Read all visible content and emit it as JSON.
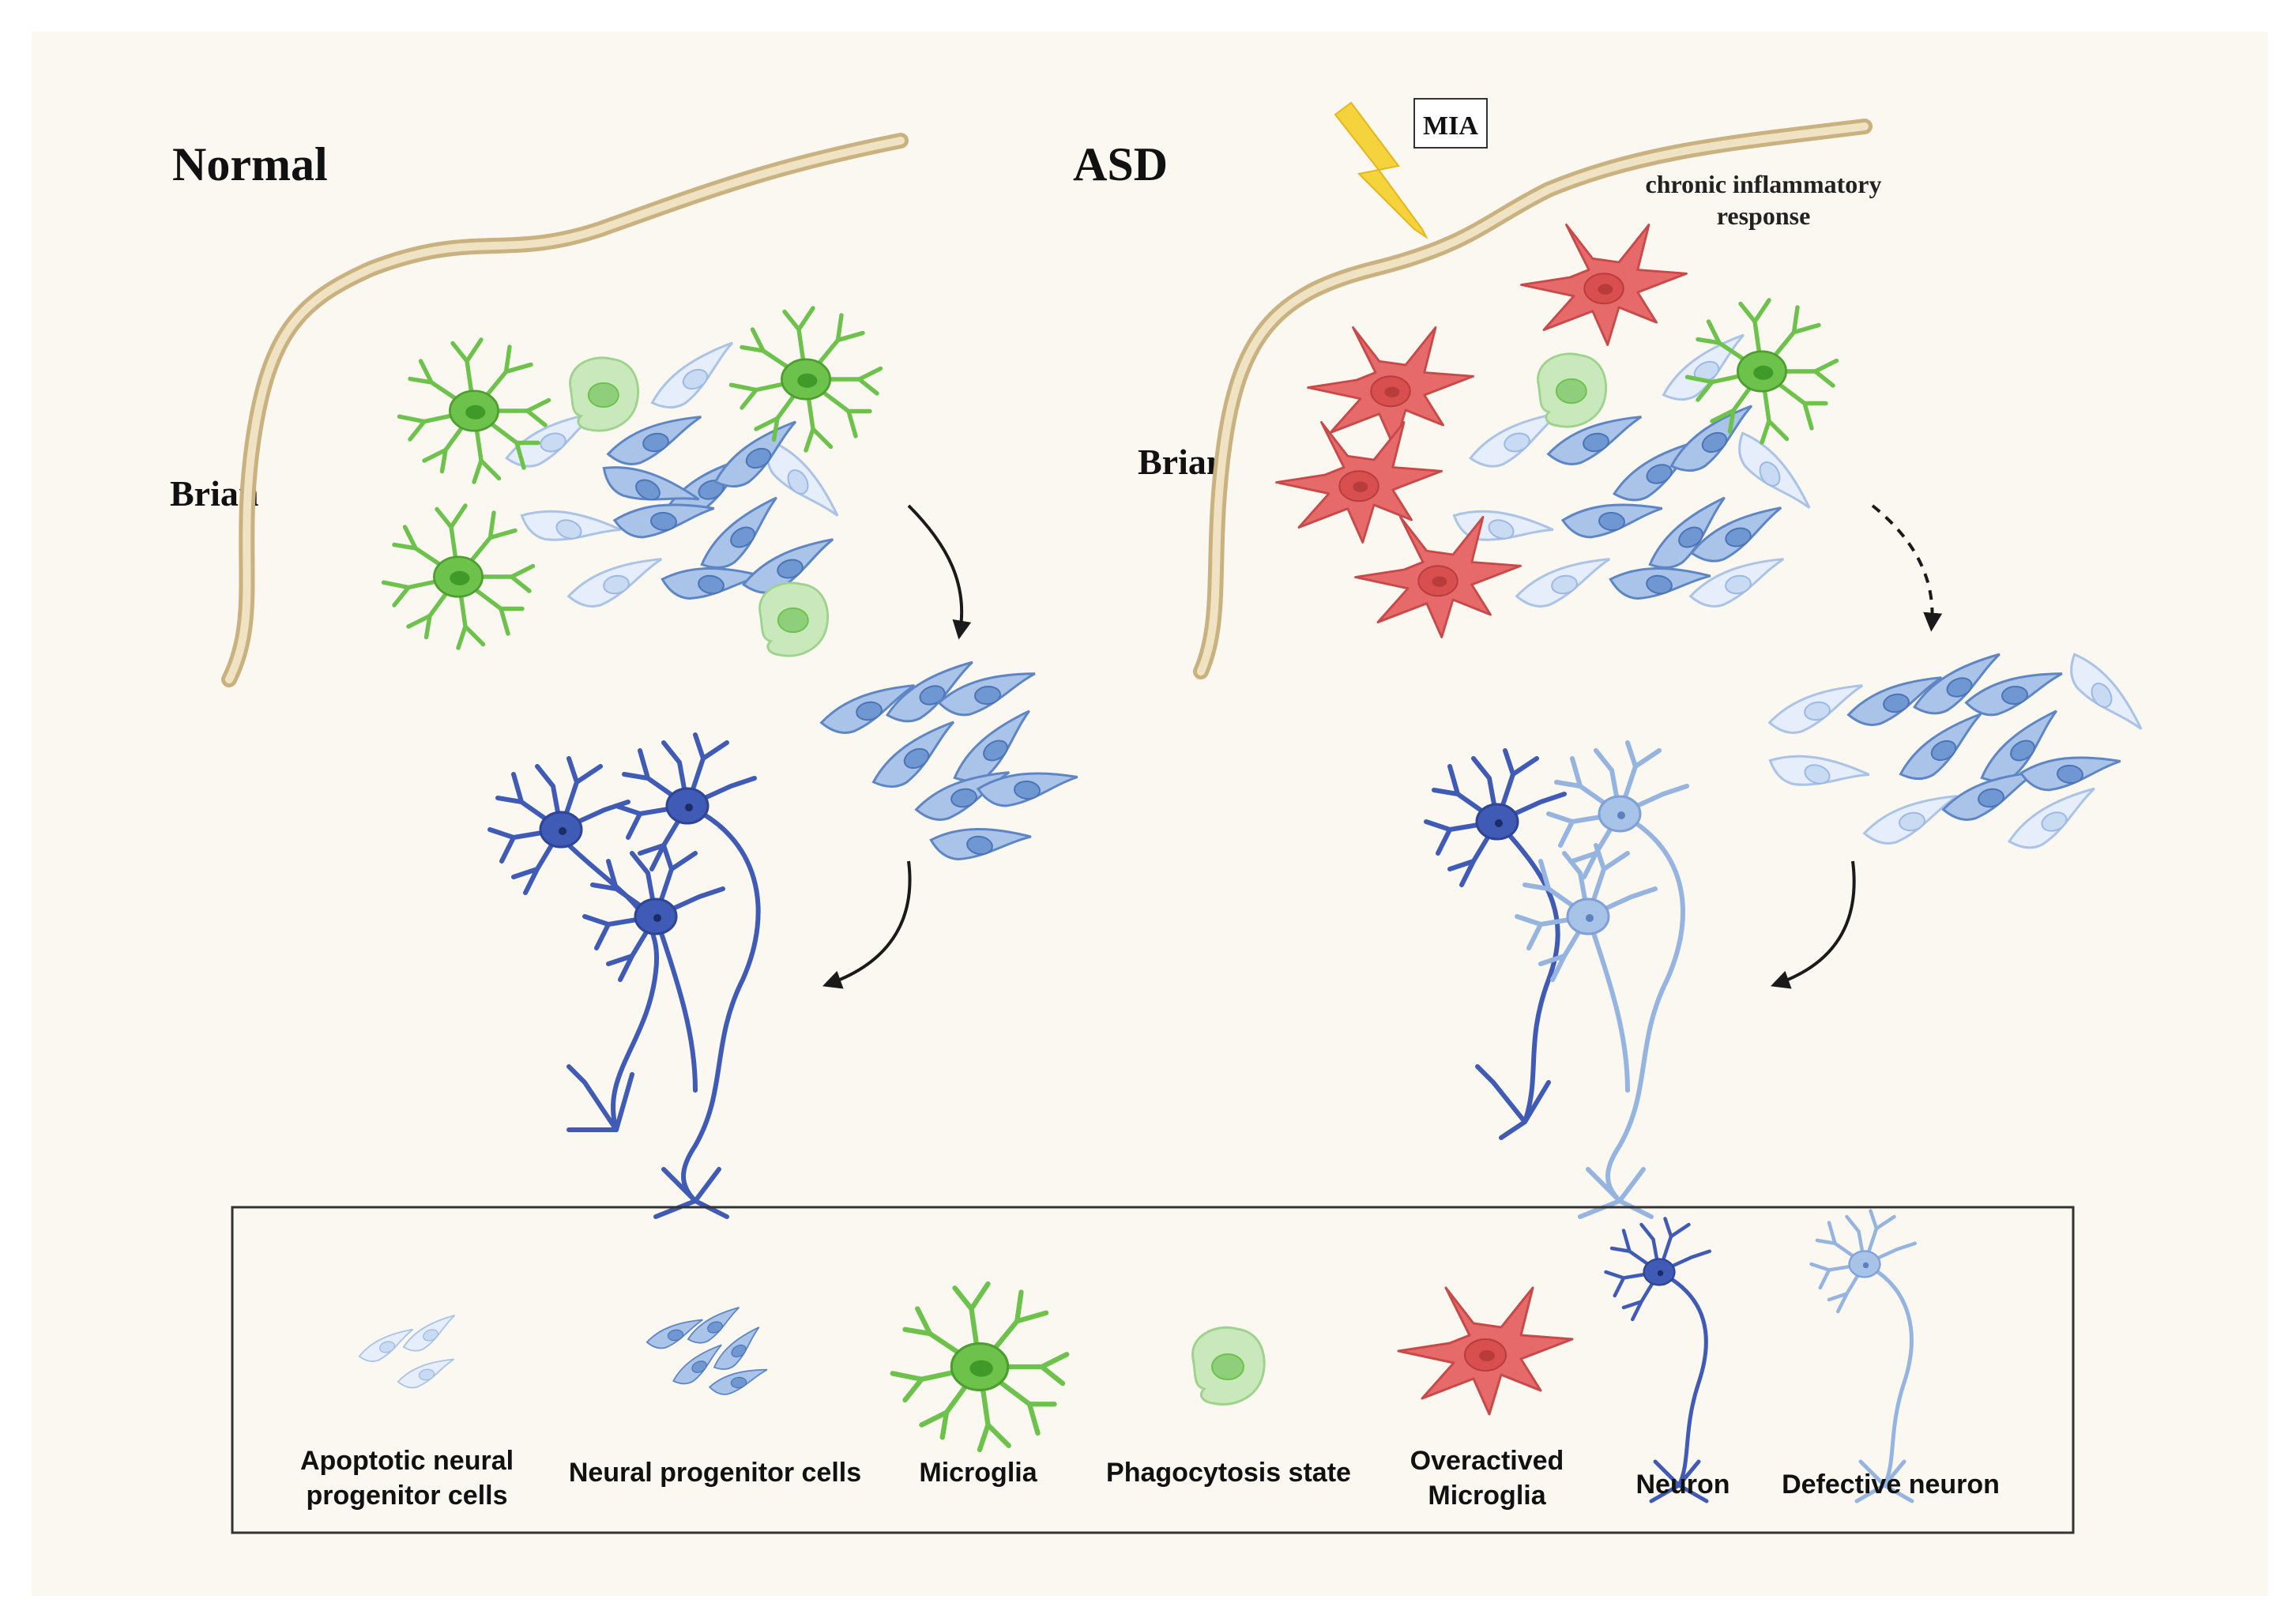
{
  "panels": {
    "normal": {
      "title": "Normal",
      "brain_label": "Brian"
    },
    "asd": {
      "title": "ASD",
      "brain_label": "Brian",
      "trigger_label": "MIA",
      "inflammation_label_line1": "chronic inflammatory",
      "inflammation_label_line2": "response"
    }
  },
  "legend": {
    "items": [
      {
        "icon": "apoptotic-npc-icon",
        "line1": "Apoptotic neural",
        "line2": "progenitor cells"
      },
      {
        "icon": "npc-icon",
        "line1": "Neural progenitor cells",
        "line2": ""
      },
      {
        "icon": "microglia-icon",
        "line1": "Microglia",
        "line2": ""
      },
      {
        "icon": "phagocytosis-icon",
        "line1": "Phagocytosis state",
        "line2": ""
      },
      {
        "icon": "overactived-microglia-icon",
        "line1": "Overactived",
        "line2": "Microglia"
      },
      {
        "icon": "neuron-icon",
        "line1": "Neuron",
        "line2": ""
      },
      {
        "icon": "defective-neuron-icon",
        "line1": "Defective neuron",
        "line2": ""
      }
    ]
  },
  "colors": {
    "background": "#faf8f1",
    "brain_membrane": "#d9c59a",
    "microglia": "#6cc24a",
    "microglia_dark": "#3f9a2a",
    "overactive_microglia": "#e66a6a",
    "npc": "#a9c4e8",
    "npc_nucleus": "#6f98d3",
    "apoptotic_npc": "#e2ecf9",
    "neuron": "#3f5bb5",
    "defective_neuron": "#95b4e0",
    "phagocytosis": "#bfe3b5",
    "lightning": "#f5d33c"
  }
}
